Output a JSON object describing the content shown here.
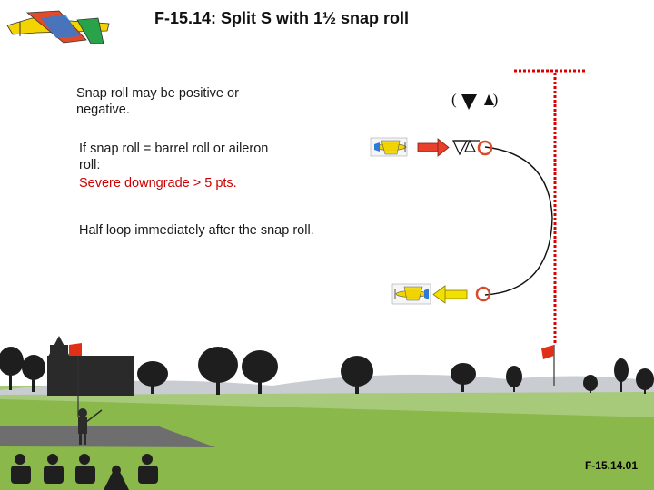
{
  "header": {
    "title": "F-15.14: Split S with 1½ snap roll"
  },
  "notes": {
    "snap_direction": "Snap roll may be positive or negative.",
    "downgrade_condition": "If snap roll = barrel roll or aileron roll:",
    "downgrade_penalty": "Severe downgrade > 5 pts.",
    "half_loop": "Half loop immediately after the snap roll."
  },
  "symbols": {
    "paren_open": "(",
    "paren_close": ")"
  },
  "footer": {
    "figure_code": "F-15.14.01"
  },
  "colors": {
    "sky": "#ffffff",
    "grass": "#8ab84a",
    "runway": "#7a7a7a",
    "entry_arrow": "#e8402a",
    "exit_arrow": "#f2e000",
    "start_circle": "#d94a2a",
    "crossbar": "#dd0000",
    "flag": "#e03018",
    "trees": "#1e1e1e"
  },
  "icons": [
    "model-plane-logo",
    "plane-icon",
    "entry-arrow",
    "exit-arrow",
    "snap-roll-symbol",
    "flag-icon",
    "pilot-icon",
    "judge-icon",
    "castle-icon",
    "tree-icon"
  ]
}
